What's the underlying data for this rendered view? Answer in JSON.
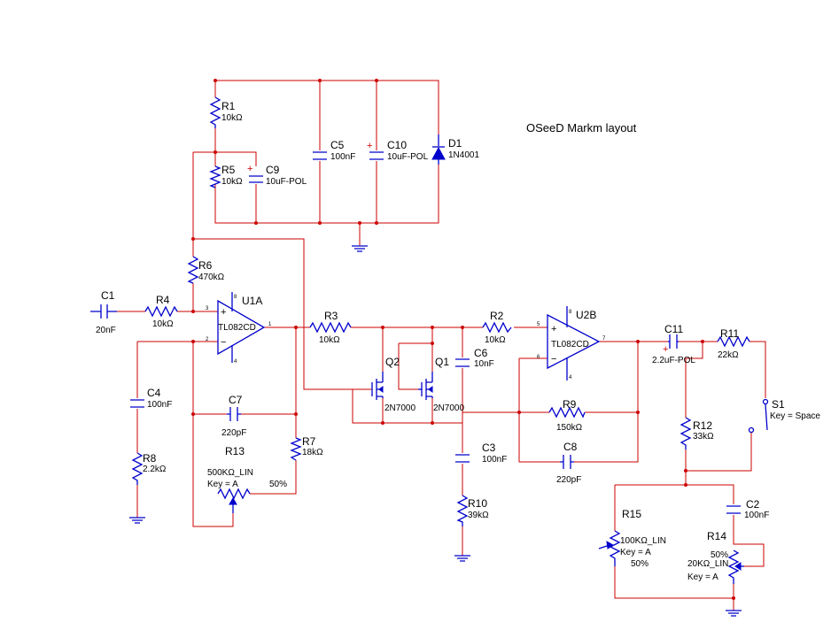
{
  "title": "OSeeD Markm layout",
  "components": {
    "C1": {
      "ref": "C1",
      "value": "20nF"
    },
    "R4": {
      "ref": "R4",
      "value": "10kΩ"
    },
    "R6": {
      "ref": "R6",
      "value": "470kΩ"
    },
    "R1": {
      "ref": "R1",
      "value": "10kΩ"
    },
    "R5": {
      "ref": "R5",
      "value": "10kΩ"
    },
    "C9": {
      "ref": "C9",
      "value": "10uF-POL"
    },
    "C5": {
      "ref": "C5",
      "value": "100nF"
    },
    "C10": {
      "ref": "C10",
      "value": "10uF-POL"
    },
    "D1": {
      "ref": "D1",
      "value": "1N4001"
    },
    "U1A": {
      "ref": "U1A",
      "value": "TL082CD"
    },
    "C4": {
      "ref": "C4",
      "value": "100nF"
    },
    "R8": {
      "ref": "R8",
      "value": "2.2kΩ"
    },
    "C7": {
      "ref": "C7",
      "value": "220pF"
    },
    "R7": {
      "ref": "R7",
      "value": "18kΩ"
    },
    "R13": {
      "ref": "R13",
      "value": "500KΩ_LIN",
      "key": "Key = A",
      "percent": "50%"
    },
    "R3": {
      "ref": "R3",
      "value": "10kΩ"
    },
    "Q2": {
      "ref": "Q2",
      "value": "2N7000"
    },
    "Q1": {
      "ref": "Q1",
      "value": "2N7000"
    },
    "C6": {
      "ref": "C6",
      "value": "10nF"
    },
    "R2": {
      "ref": "R2",
      "value": "10kΩ"
    },
    "U2B": {
      "ref": "U2B",
      "value": "TL082CD"
    },
    "C3": {
      "ref": "C3",
      "value": "100nF"
    },
    "R10": {
      "ref": "R10",
      "value": "39kΩ"
    },
    "R9": {
      "ref": "R9",
      "value": "150kΩ"
    },
    "C8": {
      "ref": "C8",
      "value": "220pF"
    },
    "C11": {
      "ref": "C11",
      "value": "2.2uF-POL"
    },
    "R11": {
      "ref": "R11",
      "value": "22kΩ"
    },
    "S1": {
      "ref": "S1",
      "value": "Key = Space"
    },
    "R12": {
      "ref": "R12",
      "value": "33kΩ"
    },
    "R15": {
      "ref": "R15",
      "value": "100KΩ_LIN",
      "key": "Key = A",
      "percent": "50%"
    },
    "C2": {
      "ref": "C2",
      "value": "100nF"
    },
    "R14": {
      "ref": "R14",
      "value": "20KΩ_LIN",
      "key": "Key = A",
      "percent": "50%"
    }
  },
  "pins": {
    "u1_in_plus": "3",
    "u1_in_minus": "2",
    "u1_out": "1",
    "u1_vpos": "8",
    "u1_vneg": "4",
    "u2_in_plus": "5",
    "u2_in_minus": "6",
    "u2_out": "7",
    "u2_vpos": "8",
    "u2_vneg": "4"
  },
  "colors": {
    "wire": "#cc0000",
    "component": "#0000cc",
    "text": "#000000"
  }
}
